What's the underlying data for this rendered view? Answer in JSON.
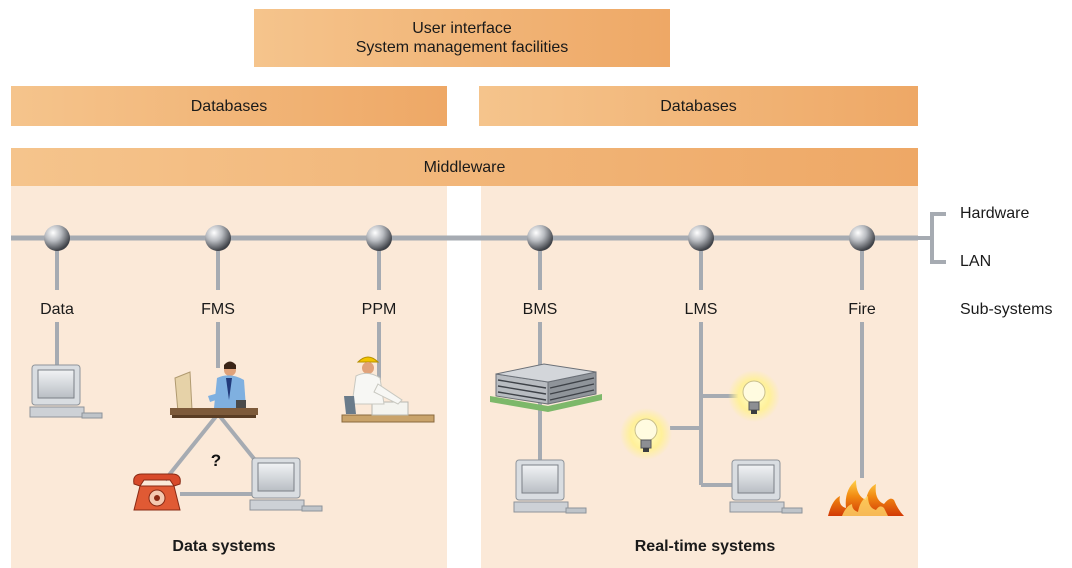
{
  "top": {
    "line1": "User interface",
    "line2": "System management facilities"
  },
  "databases_left": "Databases",
  "databases_right": "Databases",
  "middleware": "Middleware",
  "legend": {
    "hardware": "Hardware",
    "lan": "LAN",
    "subsystems": "Sub-systems"
  },
  "nodes": [
    "Data",
    "FMS",
    "PPM",
    "BMS",
    "LMS",
    "Fire"
  ],
  "question": "?",
  "groups": {
    "data": "Data systems",
    "realtime": "Real-time systems"
  }
}
